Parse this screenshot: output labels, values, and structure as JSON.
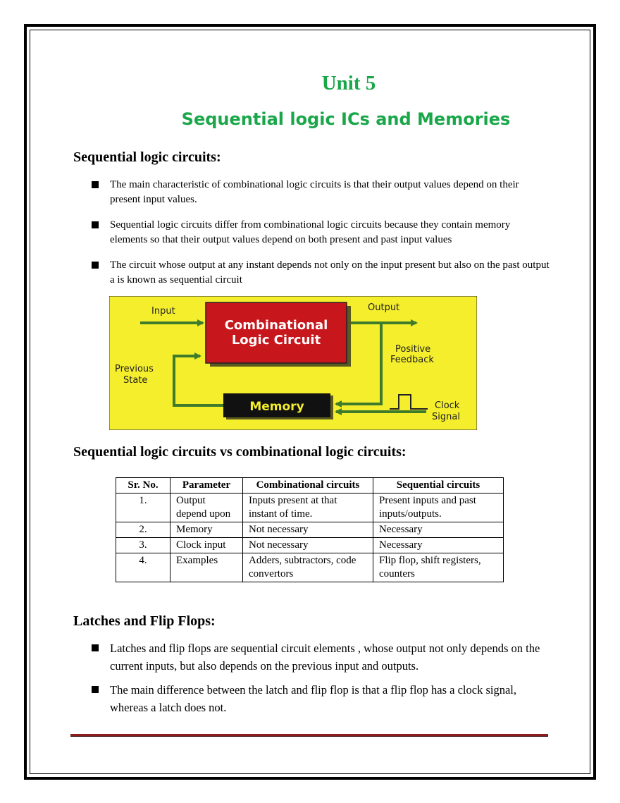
{
  "title": "Unit 5",
  "subtitle": "Sequential logic ICs and Memories",
  "section1": {
    "heading": "Sequential logic circuits:",
    "bullets": [
      "The main characteristic of combinational logic circuits is that their output values depend on their present input values.",
      "Sequential logic circuits differ from combinational logic circuits because they contain memory elements so that their output values depend on both present and past input values",
      "The circuit whose output at any instant depends not only on the input present but also on the past output a is known as sequential circuit"
    ]
  },
  "diagram": {
    "input": "Input",
    "output": "Output",
    "block_line1": "Combinational",
    "block_line2": "Logic Circuit",
    "memory": "Memory",
    "previous": "Previous",
    "state": "State",
    "positive": "Positive",
    "feedback": "Feedback",
    "clock": "Clock",
    "signal": "Signal",
    "colors": {
      "background": "#f4ee2c",
      "block": "#c8161d",
      "memory": "#111111",
      "arrow": "#3e7b2b"
    }
  },
  "section2": {
    "heading": "Sequential logic circuits vs combinational logic circuits:",
    "table": {
      "headers": [
        "Sr. No.",
        "Parameter",
        "Combinational circuits",
        "Sequential circuits"
      ],
      "rows": [
        [
          "1.",
          "Output depend upon",
          "Inputs present at that instant of time.",
          "Present inputs and past inputs/outputs."
        ],
        [
          "2.",
          "Memory",
          "Not necessary",
          "Necessary"
        ],
        [
          "3.",
          "Clock input",
          "Not necessary",
          "Necessary"
        ],
        [
          "4.",
          "Examples",
          "Adders, subtractors, code convertors",
          "Flip flop, shift registers, counters"
        ]
      ]
    }
  },
  "section3": {
    "heading": "Latches and Flip Flops:",
    "bullets": [
      "Latches and flip flops are sequential circuit elements , whose output not only depends on the current inputs, but also depends on the previous input and outputs.",
      "The main difference between the latch and flip flop is that a flip flop has a clock signal, whereas a latch does not."
    ]
  }
}
